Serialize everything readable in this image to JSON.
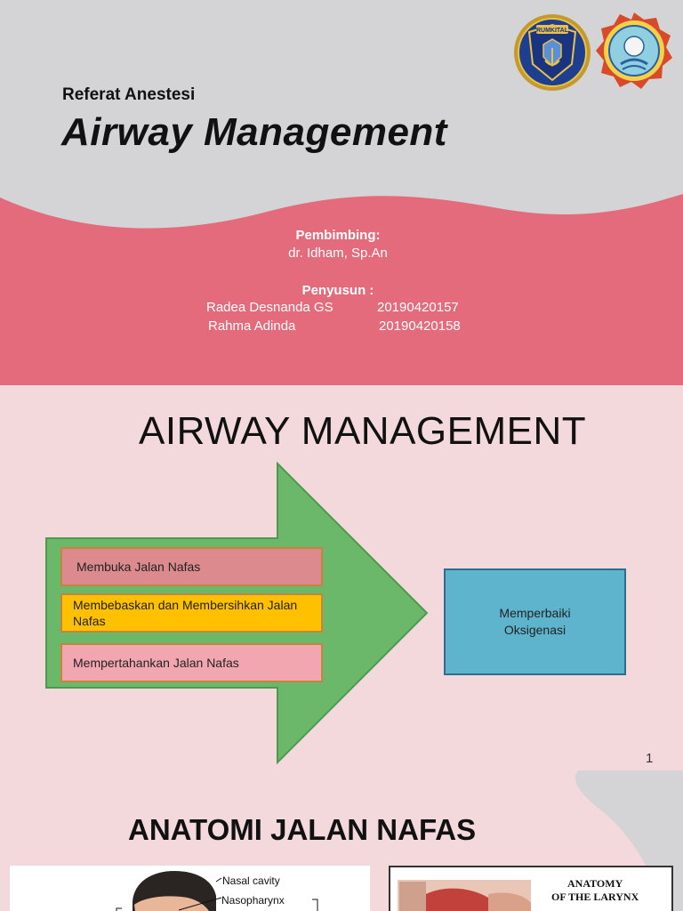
{
  "slide1": {
    "subtitle": "Referat Anestesi",
    "title": "Airway Management",
    "supervisor_label": "Pembimbing:",
    "supervisor_name": "dr. Idham, Sp.An",
    "authors_label": "Penyusun :",
    "authors": [
      {
        "name": "Radea Desnanda GS",
        "id": "20190420157"
      },
      {
        "name": "Rahma Adinda",
        "id": "20190420158"
      }
    ],
    "logo_left_text": "RUMKITAL",
    "colors": {
      "background": "#d4d4d6",
      "wave": "#e46b7c"
    }
  },
  "slide2": {
    "title": "AIRWAY MANAGEMENT",
    "steps": [
      "Membuka Jalan Nafas",
      "Membebaskan dan  Membersihkan Jalan Nafas",
      "Mempertahankan  Jalan Nafas"
    ],
    "result_line1": "Memperbaiki",
    "result_line2": "Oksigenasi",
    "page_number": "1",
    "colors": {
      "arrow": "#6bb86a",
      "step1": "#dc8a8d",
      "step2": "#ffc000",
      "step3": "#f2a7b0",
      "result": "#5eb4cc"
    }
  },
  "slide3": {
    "title": "ANATOMI JALAN NAFAS",
    "labels": [
      "Nasal cavity",
      "Nasopharynx"
    ],
    "larynx_title_line1": "ANATOMY",
    "larynx_title_line2": "OF THE LARYNX"
  }
}
